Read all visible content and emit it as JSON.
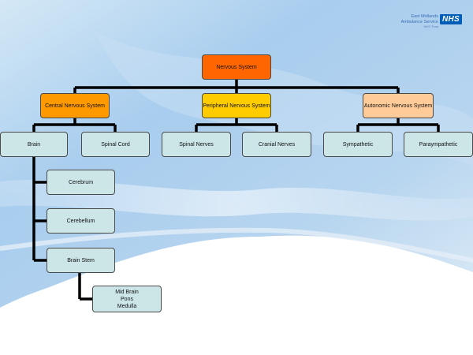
{
  "logo": {
    "line1": "East Midlands",
    "line2": "Ambulance Service",
    "line3": "NHS Trust",
    "badge": "NHS",
    "badge_color": "#005eb8"
  },
  "colors": {
    "root": "#ff6600",
    "central": "#ff9900",
    "peripheral": "#ffcc00",
    "autonomic": "#ffcc99",
    "leaf": "#cce6e8",
    "connector": "#000000"
  },
  "nodes": {
    "root": "Nervous  System",
    "central": "Central  Nervous  System",
    "peripheral": "Peripheral  Nervous  System",
    "autonomic": "Autonomic  Nervous  System",
    "brain": "Brain",
    "spinal_cord": "Spinal Cord",
    "spinal_nerves": "Spinal Nerves",
    "cranial_nerves": "Cranial Nerves",
    "sympathetic": "Sympathetic",
    "parasympathetic": "Paraympathetic",
    "cerebrum": "Cerebrum",
    "cerebellum": "Cerebellum",
    "brain_stem": "Brain Stem",
    "brain_stem_parts": [
      "Mid Brain",
      "Pons",
      "Medulla"
    ]
  }
}
